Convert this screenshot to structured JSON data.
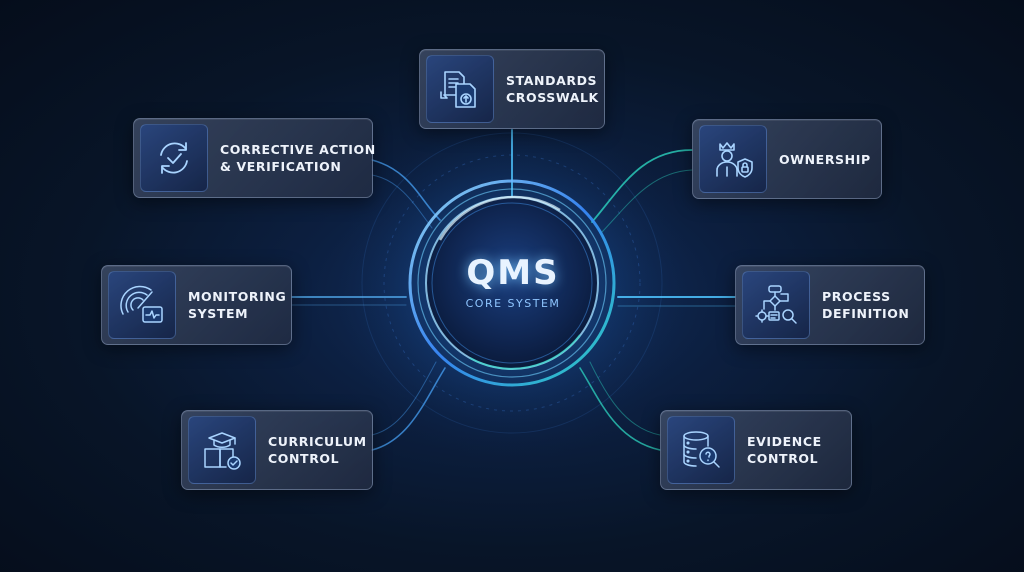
{
  "core": {
    "title": "QMS",
    "subtitle": "CORE SYSTEM"
  },
  "nodes": {
    "standards": {
      "line1": "STANDARDS",
      "line2": "CROSSWALK",
      "icon": "documents-transfer-icon"
    },
    "corrective": {
      "line1": "CORRECTIVE ACTION",
      "line2": "& VERIFICATION",
      "icon": "refresh-check-icon"
    },
    "ownership": {
      "line1": "OWNERSHIP",
      "line2": "",
      "icon": "person-shield-icon"
    },
    "monitoring": {
      "line1": "MONITORING",
      "line2": "SYSTEM",
      "icon": "radar-monitor-icon"
    },
    "process": {
      "line1": "PROCESS",
      "line2": "DEFINITION",
      "icon": "flowchart-search-icon"
    },
    "curriculum": {
      "line1": "CURRICULUM",
      "line2": "CONTROL",
      "icon": "book-graduation-icon"
    },
    "evidence": {
      "line1": "EVIDENCE",
      "line2": "CONTROL",
      "icon": "database-search-icon"
    }
  },
  "colors": {
    "accent": "#38b8ff",
    "teal": "#2fe0c8",
    "card_text": "#eef3fb",
    "background": "#081528"
  }
}
